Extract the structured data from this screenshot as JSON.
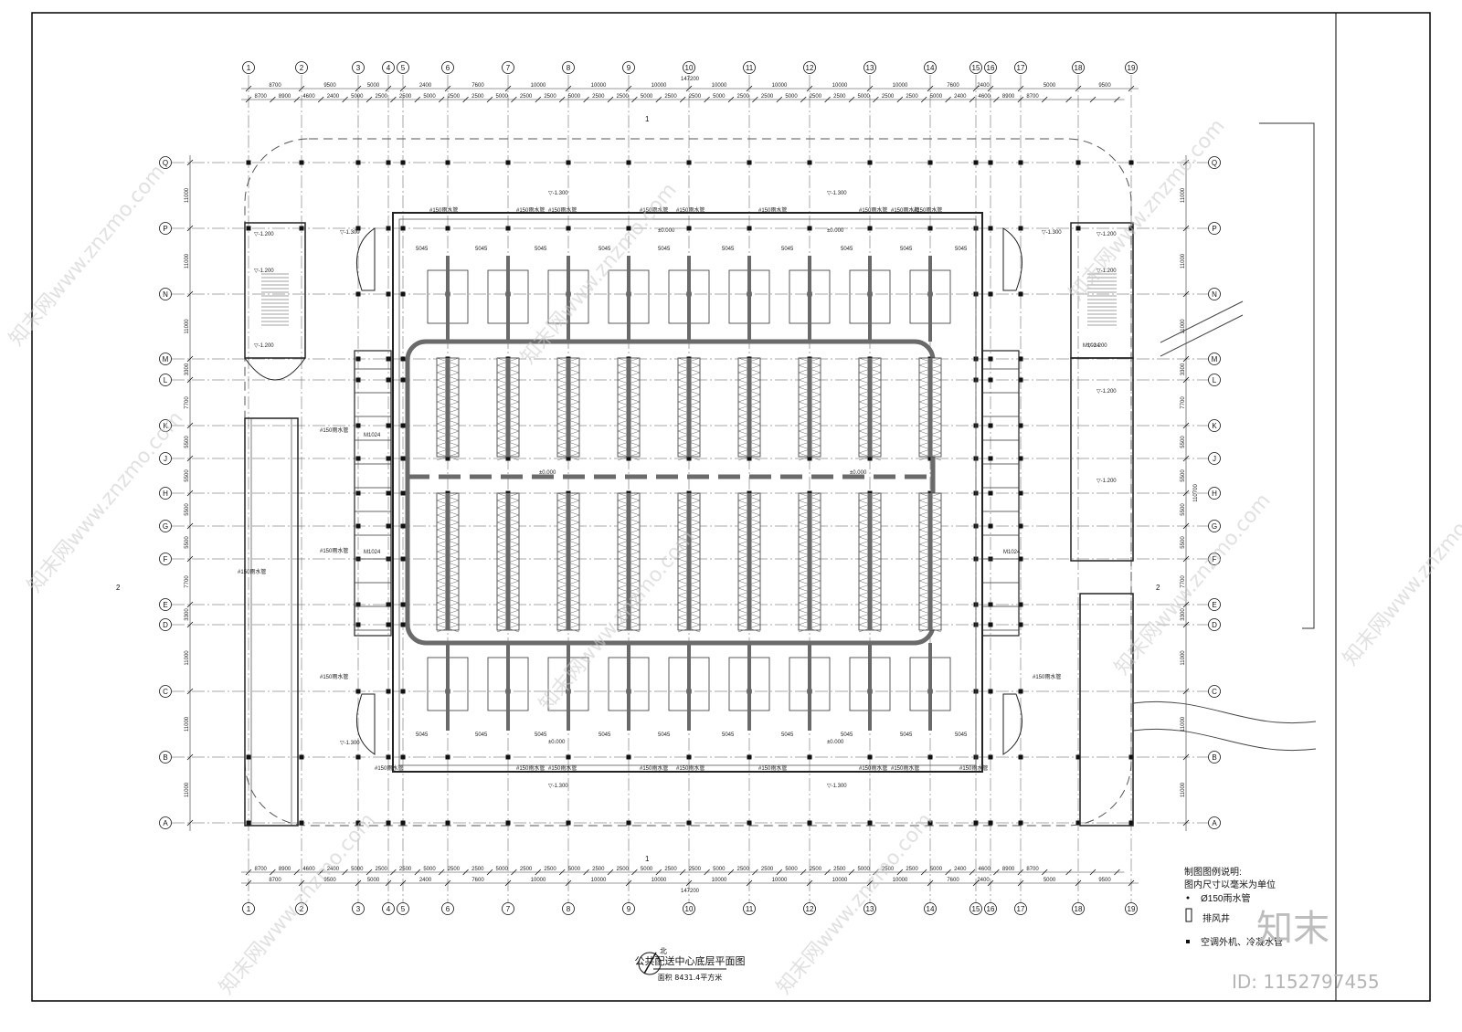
{
  "drawing": {
    "title": "公共配送中心底层平面图",
    "area_label": "面积 8431.4平方米",
    "north_label": "北"
  },
  "grid": {
    "columns": [
      "1",
      "2",
      "3",
      "4",
      "5",
      "6",
      "7",
      "8",
      "9",
      "10",
      "11",
      "12",
      "13",
      "14",
      "15",
      "16",
      "17",
      "18",
      "19"
    ],
    "rows": [
      "Q",
      "P",
      "N",
      "M",
      "L",
      "K",
      "J",
      "H",
      "G",
      "F",
      "E",
      "D",
      "C",
      "B",
      "A"
    ],
    "top_spans": [
      "8700",
      "9500",
      "5000",
      "2400",
      "7600",
      "10000",
      "10000",
      "10000",
      "10000",
      "10000",
      "10000",
      "10000",
      "7600",
      "2400",
      "5000",
      "9500",
      "8700"
    ],
    "top_subspans": [
      "8700",
      "8900",
      "4600",
      "2400",
      "5000",
      "2500",
      "2500",
      "5000",
      "2500",
      "2500",
      "5000",
      "2500",
      "2500",
      "5000",
      "2500",
      "2500",
      "5000",
      "2500",
      "2500",
      "5000",
      "2500",
      "2500",
      "5000",
      "2500",
      "2500",
      "5000",
      "2500",
      "2500",
      "5000",
      "2400",
      "4600",
      "8900",
      "8700"
    ],
    "total_width": "147200",
    "bottom_total": "147200",
    "side_spans": [
      "11000",
      "11000",
      "11000",
      "3300",
      "7700",
      "5500",
      "5500",
      "5500",
      "5500",
      "7700",
      "3300",
      "11000",
      "11000",
      "11000"
    ],
    "side_total": "110700"
  },
  "labels": {
    "level_minus": "-1.300",
    "level_zero": "±0.000",
    "drain_pipe": "#150雨水管",
    "elev_5045": "5045",
    "level_minus_1200": "-1.200",
    "door": "M1024",
    "section_1": "1",
    "section_2": "2"
  },
  "legend": {
    "heading": "制图图例说明:",
    "line1": "图内尺寸以毫米为单位",
    "line2": "Ø150雨水管",
    "line3": "排风井",
    "line4": "空调外机、冷凝水管"
  },
  "watermark": {
    "text": "知末网www.znzmo.com",
    "logo": "知末",
    "id": "ID: 1152797455"
  }
}
